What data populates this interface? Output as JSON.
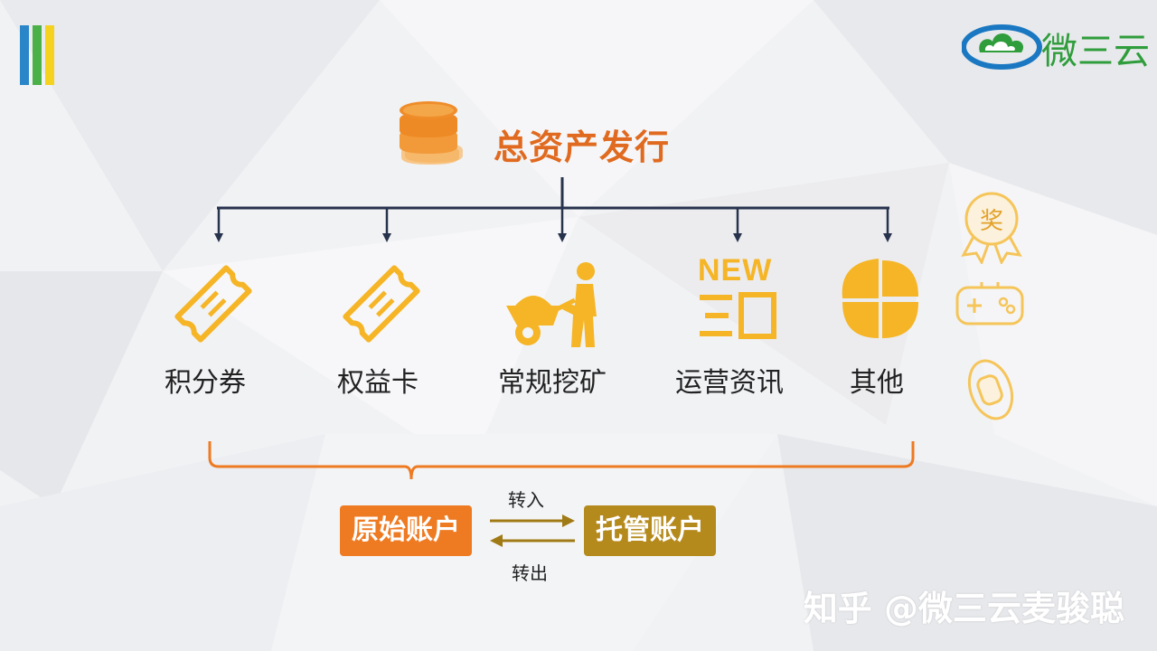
{
  "brand": {
    "name": "微三云"
  },
  "diagram": {
    "root": "总资产发行",
    "categories": [
      {
        "label": "积分券",
        "icon": "ticket-icon"
      },
      {
        "label": "权益卡",
        "icon": "card-icon"
      },
      {
        "label": "常规挖矿",
        "icon": "mining-icon"
      },
      {
        "label": "运营资讯",
        "icon": "news-icon"
      },
      {
        "label": "其他",
        "icon": "clover-icon"
      }
    ],
    "new_badge": "NEW",
    "side_icons": [
      "award-icon",
      "gamepad-icon",
      "band-icon"
    ],
    "award_char": "奖",
    "accounts": {
      "original": "原始账户",
      "hosted": "托管账户",
      "transfer_in": "转入",
      "transfer_out": "转出"
    }
  },
  "watermark": "知乎 @微三云麦骏聪",
  "colors": {
    "orange": "#ee7a22",
    "gold": "#f5b526",
    "dark_gold": "#b58a1d",
    "navy": "#27324d",
    "green": "#2f9d3c",
    "blue": "#1a78c2"
  }
}
